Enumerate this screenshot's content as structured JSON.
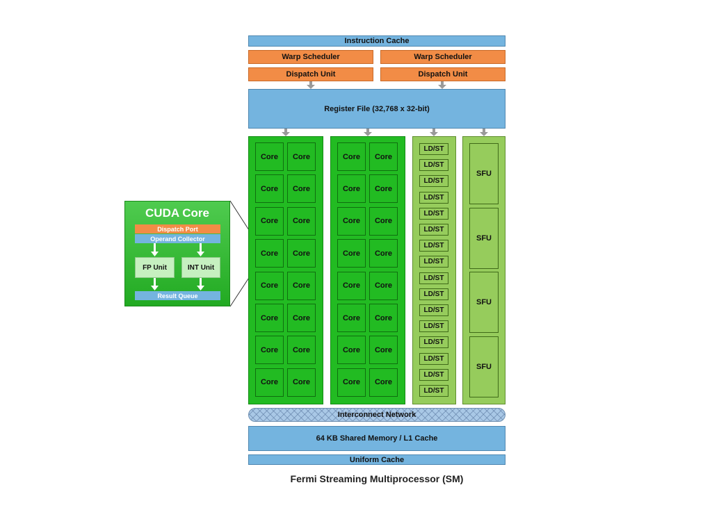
{
  "sm": {
    "instruction_cache": "Instruction Cache",
    "warp_schedulers": [
      "Warp Scheduler",
      "Warp Scheduler"
    ],
    "dispatch_units": [
      "Dispatch Unit",
      "Dispatch Unit"
    ],
    "register_file": "Register File (32,768 x 32-bit)",
    "core_label": "Core",
    "ldst_label": "LD/ST",
    "sfu_label": "SFU",
    "interconnect": "Interconnect Network",
    "shared_memory": "64 KB Shared Memory / L1 Cache",
    "uniform_cache": "Uniform Cache",
    "caption": "Fermi Streaming Multiprocessor (SM)"
  },
  "cuda_core": {
    "title": "CUDA Core",
    "dispatch_port": "Dispatch Port",
    "operand_collector": "Operand Collector",
    "fp_unit": "FP Unit",
    "int_unit": "INT Unit",
    "result_queue": "Result Queue"
  },
  "colors": {
    "cache_blue": "#74b4df",
    "scheduler_orange": "#f28c46",
    "core_green": "#22bb22",
    "ldst_green": "#96cc5c"
  }
}
